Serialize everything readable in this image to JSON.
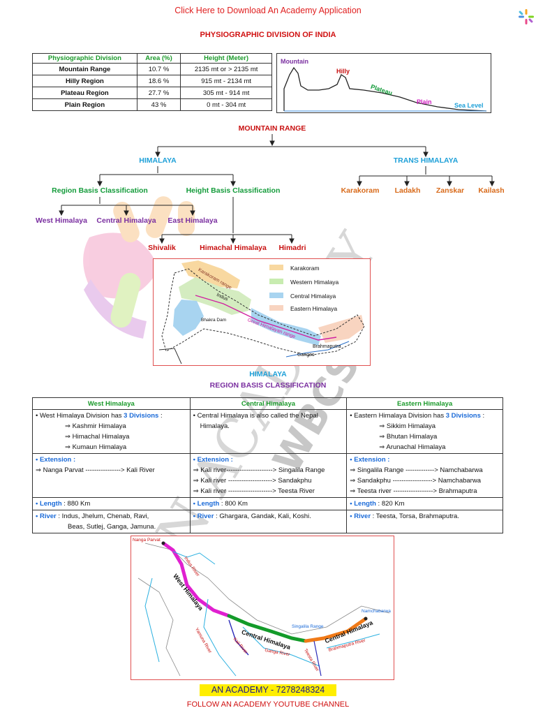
{
  "header": {
    "download_link": "Click Here to Download An Academy Application",
    "page_title": "PHYSIOGRAPHIC DIVISION OF INDIA"
  },
  "physio_table": {
    "columns": [
      "Physiographic Division",
      "Area (%)",
      "Height (Meter)"
    ],
    "rows": [
      {
        "division": "Mountain Range",
        "area": "10.7 %",
        "height": "2135 mt or > 2135 mt"
      },
      {
        "division": "Hilly Region",
        "area": "18.6 %",
        "height": "915 mt - 2134 mt"
      },
      {
        "division": "Plateau Region",
        "area": "27.7 %",
        "height": "305 mt - 914 mt"
      },
      {
        "division": "Plain Region",
        "area": "43 %",
        "height": "0 mt - 304 mt"
      }
    ]
  },
  "profile": {
    "mountain": "Mountain",
    "hilly": "Hilly",
    "plateau": "Plateau",
    "plain": "Plain",
    "sea": "Sea Level"
  },
  "tree": {
    "root": "MOUNTAIN RANGE",
    "himalaya": "HIMALAYA",
    "trans": "TRANS HIMALAYA",
    "region_basis": "Region Basis Classification",
    "height_basis": "Height Basis Classification",
    "west": "West Himalaya",
    "central": "Central Himalaya",
    "east": "East Himalaya",
    "shivalik": "Shivalik",
    "himachal": "Himachal Himalaya",
    "himadri": "Himadri",
    "karakoram": "Karakoram",
    "ladakh": "Ladakh",
    "zanskar": "Zanskar",
    "kailash": "Kailash"
  },
  "map1": {
    "legend": [
      "Karakoram",
      "Western Himalaya",
      "Central Himalaya",
      "Eastern Himalaya"
    ],
    "labels": {
      "karakoram_range": "Karakoram range",
      "indus": "Indus",
      "bhakra": "Bhakra Dam",
      "great": "Great Himalayan range",
      "brahmaputra": "Brahmaputra",
      "ganges": "Ganges"
    }
  },
  "section": {
    "line1": "HIMALAYA",
    "line2": "REGION BASIS CLASSIFICATION"
  },
  "region_table": {
    "headers": [
      "West Himalaya",
      "Central Himalaya",
      "Eastern Himalaya"
    ],
    "west": {
      "intro_a": "• West Himalaya Division has ",
      "intro_b": "3 Divisions",
      "intro_c": " :",
      "divs": [
        "⇒ Kashmir Himalaya",
        "⇒ Himachal Himalaya",
        "⇒ Kumaun Himalaya"
      ],
      "ext": [
        "⇒ Nanga Parvat ----------------> Kali River"
      ],
      "length": " : 880 Km",
      "river_a": " : Indus, Jhelum, Chenab, Ravi,",
      "river_b": "Beas, Sutlej, Ganga, Jamuna."
    },
    "central": {
      "intro_a": "• Central Himalaya is also called the Nepal",
      "intro_b": "Himalaya.",
      "ext": [
        "⇒ Kali river---------------------> Singalila Range",
        "⇒ Kali river --------------------> Sandakphu",
        "⇒ Kali river --------------------> Teesta River"
      ],
      "length": " : 800 Km",
      "river": " : Ghargara, Gandak, Kali, Koshi."
    },
    "east": {
      "intro_a": "• Eastern Himalaya Division has ",
      "intro_b": "3 Divisions",
      "intro_c": " :",
      "divs": [
        "⇒ Sikkim Himalaya",
        "⇒ Bhutan Himalaya",
        "⇒ Arunachal Himalaya"
      ],
      "ext": [
        "⇒ Singalila Range -------------> Namchabarwa",
        "⇒ Sandakphu ------------------> Namchabarwa",
        "⇒ Teesta river ------------------> Brahmaputra"
      ],
      "length": " : 820 Km",
      "river": " : Teesta, Torsa, Brahmaputra."
    },
    "ext_label": "• Extension :",
    "length_label": "• Length",
    "river_label": "• River"
  },
  "map2": {
    "nanga": "Nanga Parvat",
    "indus": "Indus River",
    "west": "West Himalaya",
    "central": "Central Himalaya",
    "central2": "Central Himalaya",
    "yamuna": "Yamuna River",
    "kali": "Kali River",
    "ganga": "Ganga River",
    "teesta": "Teesta River",
    "brahmaputra": "Brahmaputra River",
    "singalila": "Singalila Range",
    "namcha": "Namchabarwa"
  },
  "footer": {
    "academy": "AN ACADEMY - 7278248324",
    "follow": "FOLLOW AN ACADEMY YOUTUBE CHANNEL"
  },
  "colors": {
    "red": "#d01010",
    "green": "#139b3a",
    "blue": "#1ea0d8",
    "purple": "#7a2fa0",
    "orange": "#d86a1a",
    "yellow": "#ffee00"
  }
}
